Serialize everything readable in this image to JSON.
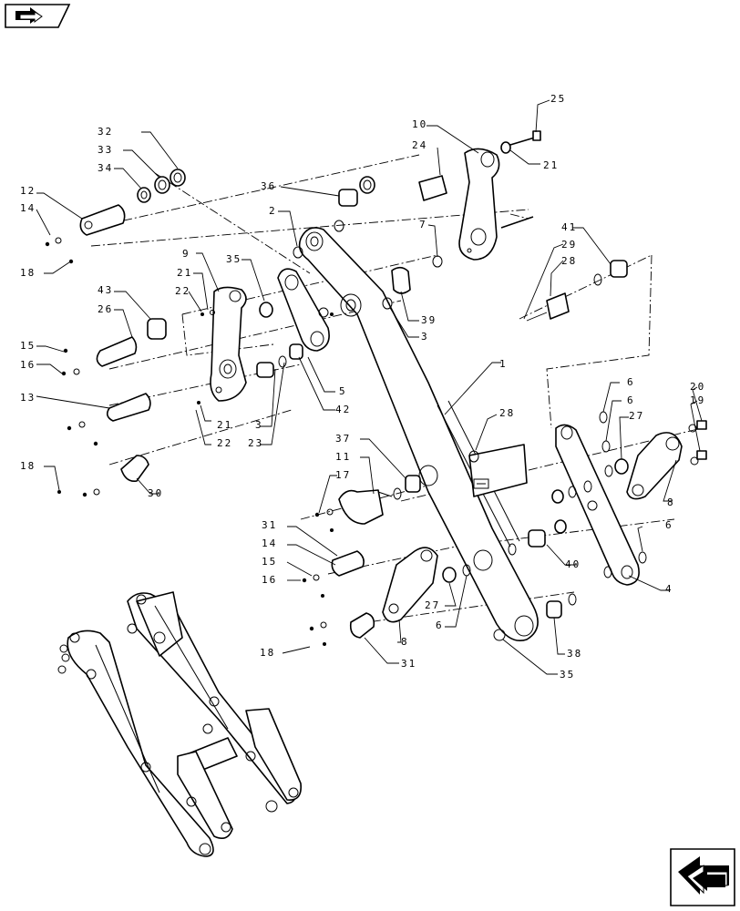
{
  "nav": {
    "top_icon": "arrow-right-icon",
    "bottom_icon": "arrow-left-icon"
  },
  "labels": {
    "l25": "25",
    "l10": "10",
    "l24": "24",
    "l21a": "21",
    "l32": "32",
    "l33": "33",
    "l34": "34",
    "l36": "36",
    "l12": "12",
    "l14a": "14",
    "l18a": "18",
    "l2": "2",
    "l7": "7",
    "l41": "41",
    "l29": "29",
    "l28a": "28",
    "l9": "9",
    "l35a": "35",
    "l21b": "21",
    "l22a": "22",
    "l43": "43",
    "l26": "26",
    "l39": "39",
    "l3a": "3",
    "l15a": "15",
    "l16a": "16",
    "l5": "5",
    "l42": "42",
    "l1": "1",
    "l13": "13",
    "l3b": "3",
    "l23": "23",
    "l21c": "21",
    "l22b": "22",
    "l6a": "6",
    "l6b": "6",
    "l20": "20",
    "l19": "19",
    "l27a": "27",
    "l28b": "28",
    "l37": "37",
    "l11": "11",
    "l17": "17",
    "l18b": "18",
    "l30": "30",
    "l8a": "8",
    "l6c": "6",
    "l31a": "31",
    "l14b": "14",
    "l15b": "15",
    "l16b": "16",
    "l40": "40",
    "l4": "4",
    "l27b": "27",
    "l6d": "6",
    "l8b": "8",
    "l18c": "18",
    "l31b": "31",
    "l38": "38",
    "l35b": "35"
  }
}
